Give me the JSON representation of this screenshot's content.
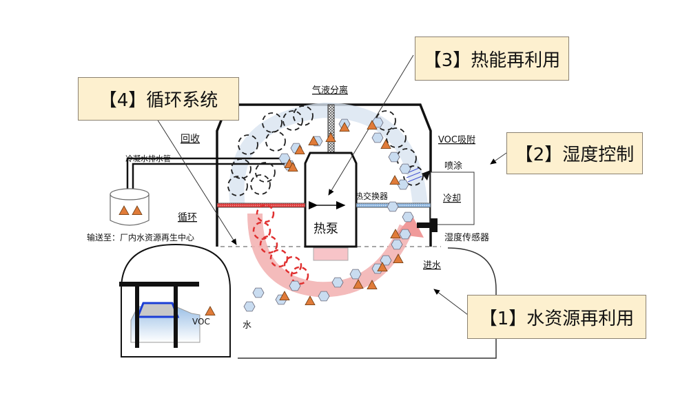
{
  "callouts": {
    "c1": "【1】水资源再利用",
    "c2": "【2】湿度控制",
    "c3": "【3】热能再利用",
    "c4": "【4】循环系统"
  },
  "labels": {
    "gas_liquid_separation": "气液分离",
    "recovery": "回收",
    "voc_adsorption": "VOC吸附",
    "spray_coating": "喷涂",
    "cooling": "冷却",
    "condensate_drain": "冷凝水排水管",
    "circulation": "循环",
    "delivery": "输送至：厂内水资源再生中心",
    "heat_exchanger": "热交换器",
    "heat_pump": "热泵",
    "humidity_sensor": "湿度传感器",
    "water_inlet": "进水",
    "voc": "VOC",
    "water": "水"
  },
  "colors": {
    "callout_bg": "#fdf0cf",
    "voc_triangle": "#e07b39",
    "water_hex": "#c9dcf0",
    "hot_red": "#e03030",
    "cool_blue": "#8fb7e0",
    "warm_arrow": "#f0a0a0"
  }
}
